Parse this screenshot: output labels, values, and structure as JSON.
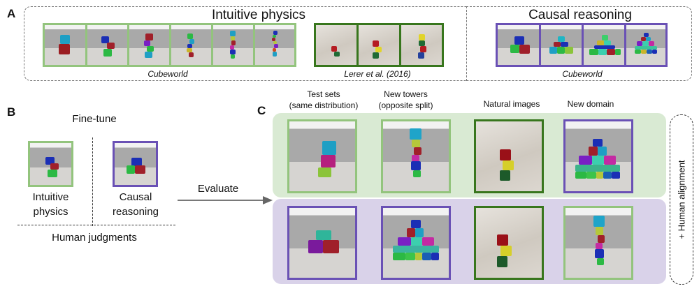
{
  "panel_a": {
    "letter": "A",
    "intuitive_physics": {
      "title": "Intuitive physics",
      "cubeworld_caption": "Cubeworld",
      "lerer_caption": "Lerer et al. (2016)"
    },
    "causal_reasoning": {
      "title": "Causal reasoning",
      "caption": "Cubeworld"
    }
  },
  "panel_b": {
    "letter": "B",
    "title": "Fine-tune",
    "left_label_1": "Intuitive",
    "left_label_2": "physics",
    "right_label_1": "Causal",
    "right_label_2": "reasoning",
    "bottom_label": "Human judgments",
    "arrow_label": "Evaluate"
  },
  "panel_c": {
    "letter": "C",
    "columns": [
      {
        "line1": "Test sets",
        "line2": "(same distribution)"
      },
      {
        "line1": "New towers",
        "line2": "(opposite split)"
      },
      {
        "line1": "Natural images",
        "line2": ""
      },
      {
        "line1": "New domain",
        "line2": ""
      }
    ],
    "side_label": "+ Human alignment"
  },
  "colors": {
    "intuitive_green": "#93c47d",
    "natural_dark_green": "#38761d",
    "causal_purple": "#6a51b5",
    "green_row_bg": "#d9ead3",
    "purple_row_bg": "#d9d2e9",
    "arrow_gray": "#666666"
  }
}
